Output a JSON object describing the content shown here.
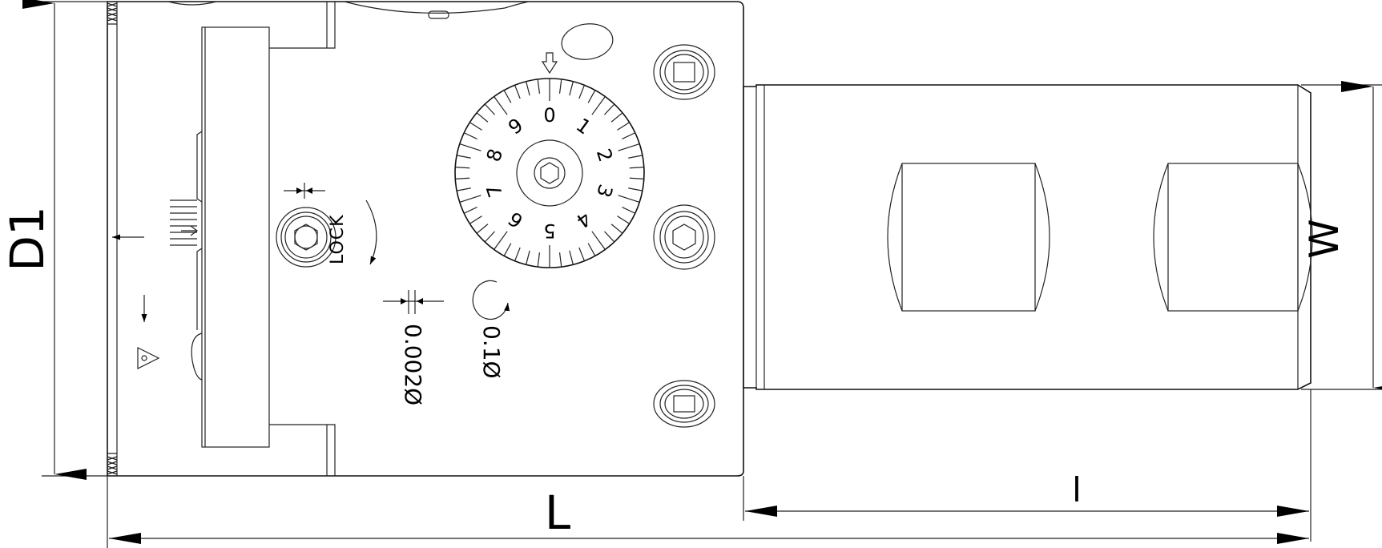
{
  "dimensions": {
    "d1": "D1",
    "l_total": "L",
    "l_shank": "l",
    "w": "W"
  },
  "labels": {
    "lock": "LOCK",
    "dial_increment": "0.1Ø",
    "fine_increment": "0.002Ø"
  },
  "dial": {
    "numbers": [
      "0",
      "1",
      "2",
      "3",
      "4",
      "5",
      "6",
      "7",
      "8",
      "9"
    ]
  }
}
